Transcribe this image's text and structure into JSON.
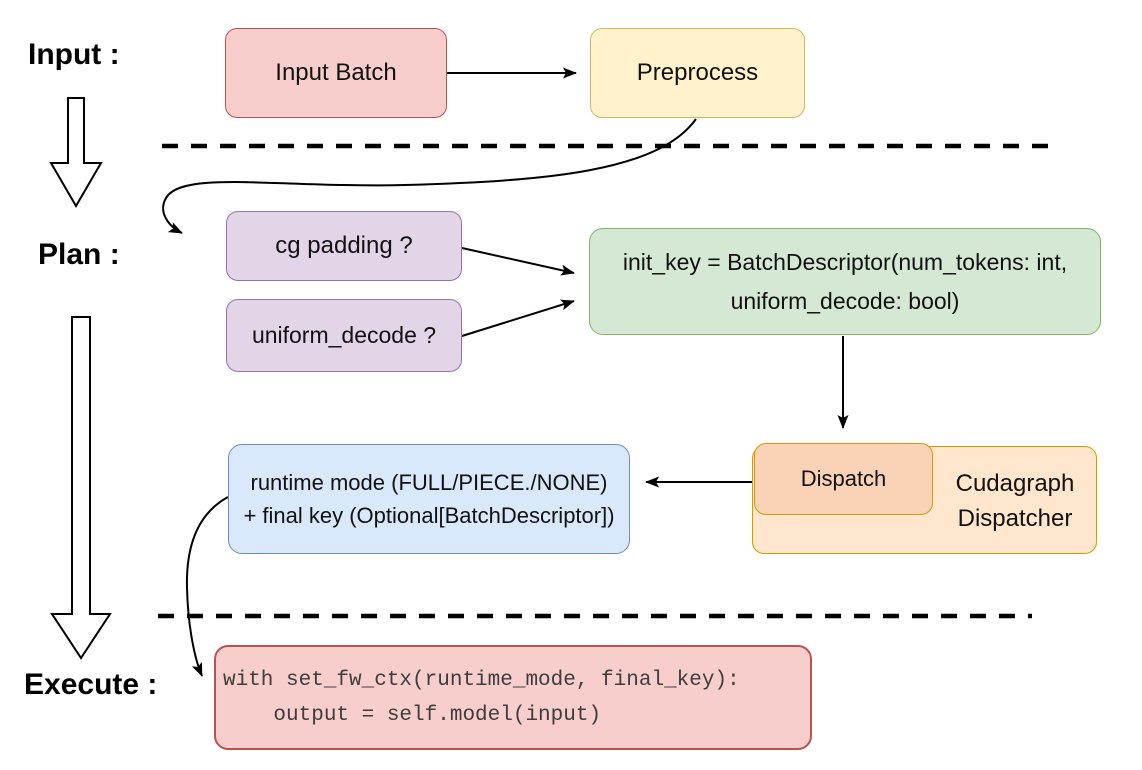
{
  "labels": {
    "input": "Input :",
    "plan": "Plan :",
    "execute": "Execute :"
  },
  "nodes": {
    "input_batch": {
      "label": "Input Batch"
    },
    "preprocess": {
      "label": "Preprocess"
    },
    "cg_padding": {
      "label": "cg padding ?"
    },
    "uniform_decode": {
      "label": "uniform_decode ?"
    },
    "init_key": {
      "line1": "init_key = BatchDescriptor(num_tokens: int,",
      "line2": "uniform_decode: bool)"
    },
    "dispatch": {
      "label": "Dispatch"
    },
    "cudagraph_dispatcher": {
      "line1": "Cudagraph",
      "line2": "Dispatcher"
    },
    "runtime_mode": {
      "line1": "runtime mode (FULL/PIECE./NONE)",
      "line2": "+ final key (Optional[BatchDescriptor])"
    },
    "execute_code": {
      "line1": "with set_fw_ctx(runtime_mode, final_key):",
      "line2": "    output = self.model(input)"
    }
  },
  "edges": [
    {
      "name": "arrow-input-batch-to-preprocess",
      "from": "input_batch",
      "to": "preprocess",
      "style": "solid-arrow"
    },
    {
      "name": "arrow-preprocess-to-cg-padding",
      "from": "preprocess",
      "to": "cg_padding",
      "style": "curved-arrow"
    },
    {
      "name": "arrow-cg-padding-to-init-key",
      "from": "cg_padding",
      "to": "init_key",
      "style": "solid-arrow"
    },
    {
      "name": "arrow-uniform-decode-to-init-key",
      "from": "uniform_decode",
      "to": "init_key",
      "style": "solid-arrow"
    },
    {
      "name": "arrow-init-key-to-dispatch",
      "from": "init_key",
      "to": "dispatch",
      "style": "solid-arrow"
    },
    {
      "name": "arrow-dispatch-to-runtime-mode",
      "from": "dispatch",
      "to": "runtime_mode",
      "style": "solid-arrow"
    },
    {
      "name": "arrow-runtime-mode-to-execute-code",
      "from": "runtime_mode",
      "to": "execute_code",
      "style": "curved-arrow"
    },
    {
      "name": "input-section-flow-arrow",
      "style": "hollow-down-arrow"
    },
    {
      "name": "plan-section-flow-arrow",
      "style": "hollow-down-arrow"
    },
    {
      "name": "separator-input-plan",
      "style": "dashed-line"
    },
    {
      "name": "separator-plan-execute",
      "style": "dashed-line"
    }
  ],
  "palette": {
    "red_fill": "#F8CECC",
    "red_stroke": "#B85450",
    "yellow_fill": "#FFF2CC",
    "yellow_stroke": "#D6B656",
    "purple_fill": "#E1D5E7",
    "purple_stroke": "#9673A6",
    "green_fill": "#D5E8D4",
    "green_stroke": "#82B366",
    "blue_fill": "#DAE8FC",
    "blue_stroke": "#6C8EBF",
    "orange_fill": "#FFE6CC",
    "salmon_fill": "#FAD2B8",
    "orange_stroke": "#D79B00",
    "line_color": "#000000",
    "code_text": "#3d3d3d"
  }
}
